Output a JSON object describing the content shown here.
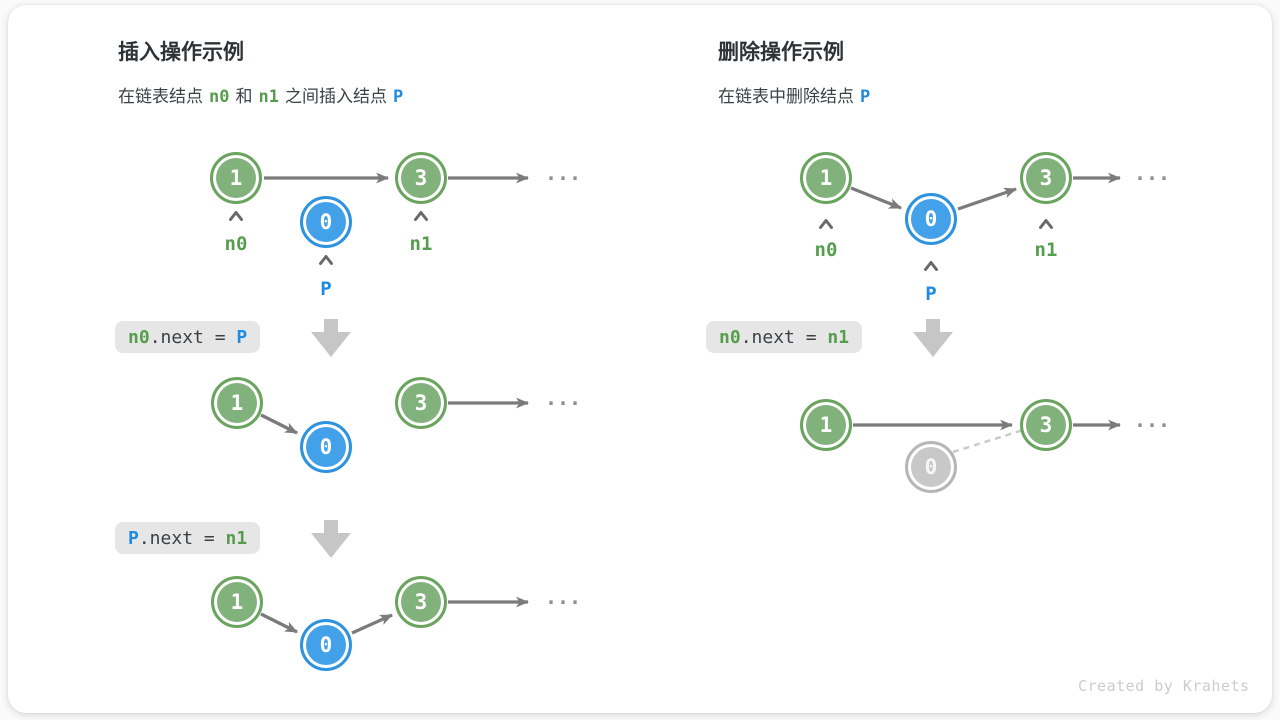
{
  "credit": "Created by Krahets",
  "colors": {
    "node_green_fill": "#82b27b",
    "node_green_ring": "#6aa45f",
    "node_blue_fill": "#42a1e8",
    "node_blue_ring": "#2e93de",
    "node_gray_fill": "#c8c8c8",
    "green_label": "#569e4d",
    "blue_label": "#1f8be0",
    "arrow_gray": "#7b7b7b",
    "block_arrow_gray": "#c6c6c6",
    "code_box_bg": "#e6e6e6"
  },
  "insert_panel": {
    "title": "插入操作示例",
    "subtitle": {
      "part1": "在链表结点",
      "token_n0": "n0",
      "part2": "和",
      "token_n1": "n1",
      "part3": "之间插入结点",
      "token_p": "P"
    },
    "step1": {
      "node1": "1",
      "node3": "3",
      "nodeP": "0",
      "label_n0": "n0",
      "label_n1": "n1",
      "label_p": "P",
      "ellipsis": "..."
    },
    "code1": {
      "lhs": "n0",
      "op": ".next = ",
      "rhs": "P"
    },
    "step2": {
      "node1": "1",
      "node3": "3",
      "nodeP": "0",
      "ellipsis": "..."
    },
    "code2": {
      "lhs": "P",
      "op": ".next = ",
      "rhs": "n1"
    },
    "step3": {
      "node1": "1",
      "node3": "3",
      "nodeP": "0",
      "ellipsis": "..."
    }
  },
  "delete_panel": {
    "title": "删除操作示例",
    "subtitle": {
      "part1": "在链表中删除结点",
      "token_p": "P"
    },
    "step1": {
      "node1": "1",
      "node3": "3",
      "nodeP": "0",
      "label_n0": "n0",
      "label_n1": "n1",
      "label_p": "P",
      "ellipsis": "..."
    },
    "code1": {
      "lhs": "n0",
      "op": ".next = ",
      "rhs": "n1"
    },
    "step2": {
      "node1": "1",
      "node3": "3",
      "nodeP": "0",
      "ellipsis": "..."
    }
  }
}
